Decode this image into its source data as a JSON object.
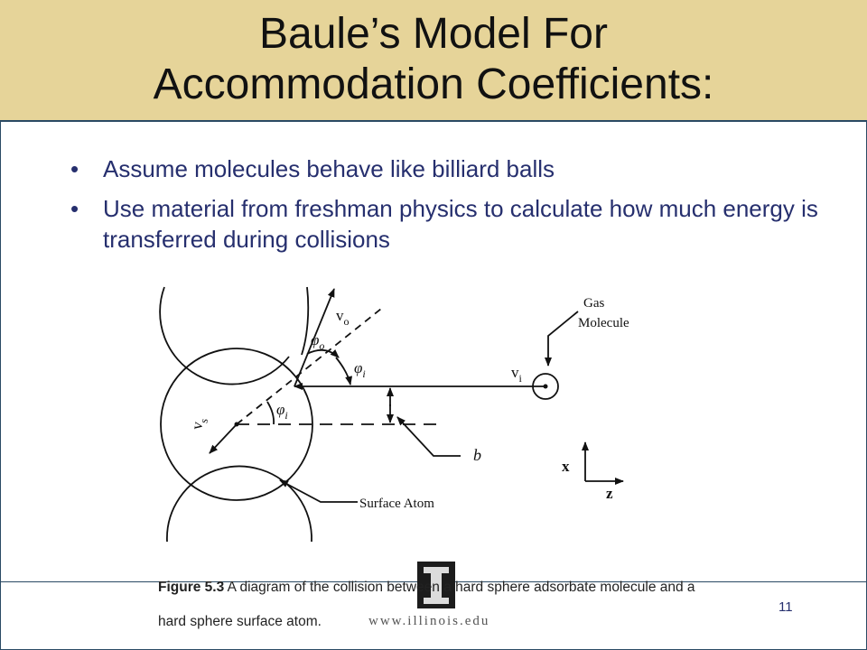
{
  "slide": {
    "title_line1": "Baule’s Model For",
    "title_line2": "Accommodation Coefficients:",
    "bullets": [
      "Assume molecules behave like billiard balls",
      "Use material from freshman physics to calculate how much energy is transferred during collisions"
    ],
    "figure": {
      "label_gas": "Gas",
      "label_molecule": "Molecule",
      "label_vo": "v",
      "label_vo_sub": "o",
      "label_phio": "φ",
      "label_phio_sub": "o",
      "label_phii_upper": "φ",
      "label_phii_upper_sub": "i",
      "label_vi": "v",
      "label_vi_sub": "i",
      "label_phii_lower": "φ",
      "label_phii_lower_sub": "i",
      "label_vs": "v",
      "label_vs_sub": "s",
      "label_b": "b",
      "label_x": "x",
      "label_z": "z",
      "label_surface_atom": "Surface Atom"
    },
    "caption_bold": "Figure 5.3",
    "caption_text": "  A diagram of the collision between a hard sphere adsorbate molecule and a hard sphere surface atom.",
    "logo_url": "www.illinois.edu",
    "page_number": "11"
  }
}
